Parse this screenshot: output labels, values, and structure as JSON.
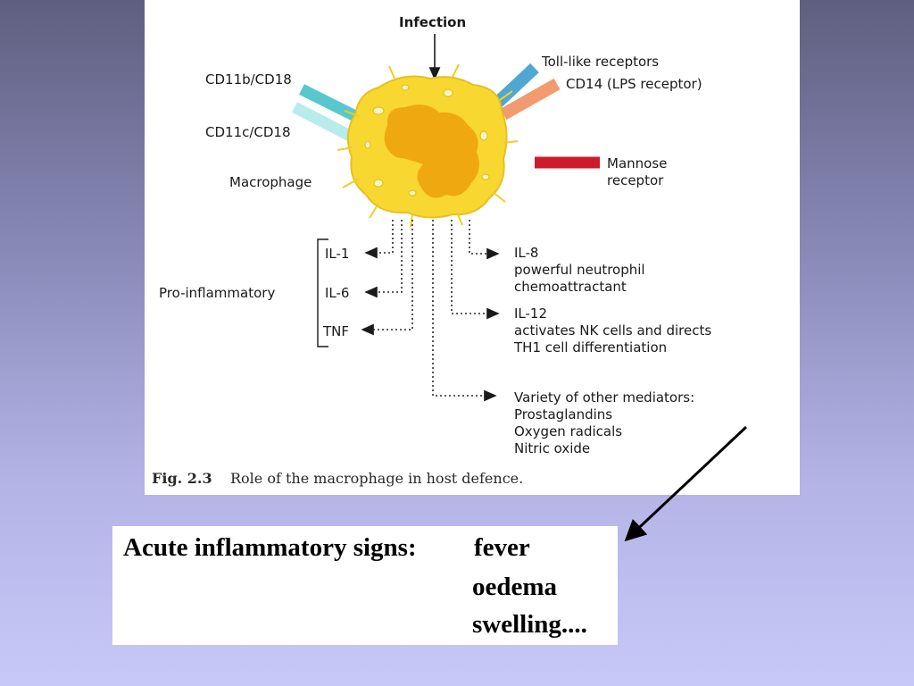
{
  "figure": {
    "top_label": "Infection",
    "left_receptors": [
      "CD11b/CD18",
      "CD11c/CD18"
    ],
    "cell_label": "Macrophage",
    "right_receptors": [
      "Toll-like receptors",
      "CD14 (LPS receptor)"
    ],
    "mannose_lines": [
      "Mannose",
      "receptor"
    ],
    "group_label": "Pro-inflammatory",
    "cytokines_left": [
      "IL-1",
      "IL-6",
      "TNF"
    ],
    "outputs_right": [
      {
        "lines": [
          "IL-8",
          "powerful neutrophil",
          "chemoattractant"
        ]
      },
      {
        "lines": [
          "IL-12",
          "activates NK cells and directs",
          "TH1 cell differentiation"
        ]
      },
      {
        "lines": [
          "Variety of other mediators:",
          "Prostaglandins",
          "Oxygen radicals",
          "Nitric oxide"
        ]
      }
    ],
    "caption_number": "Fig. 2.3",
    "caption_text": "Role of the macrophage in host defence.",
    "colors": {
      "cell": "#f8d830",
      "nucleus": "#f0a810",
      "cd11b": "#58c8cc",
      "cd11c": "#b8ecea",
      "tlr": "#50a8d0",
      "cd14": "#f29a70",
      "mannose": "#cc1c2c"
    }
  },
  "textbox": {
    "heading": "Acute inflammatory signs:",
    "signs": [
      "fever",
      "oedema",
      "swelling...."
    ]
  }
}
